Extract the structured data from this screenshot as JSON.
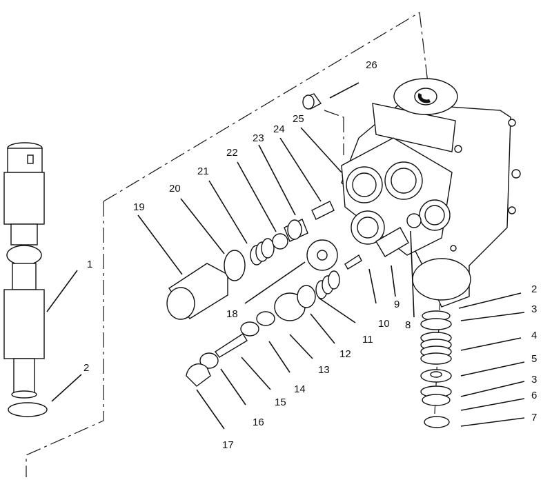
{
  "callouts": [
    {
      "id": "c1",
      "text": "1"
    },
    {
      "id": "c2a",
      "text": "2"
    },
    {
      "id": "c2b",
      "text": "2"
    },
    {
      "id": "c3a",
      "text": "3"
    },
    {
      "id": "c3b",
      "text": "3"
    },
    {
      "id": "c4",
      "text": "4"
    },
    {
      "id": "c5",
      "text": "5"
    },
    {
      "id": "c6",
      "text": "6"
    },
    {
      "id": "c7",
      "text": "7"
    },
    {
      "id": "c8",
      "text": "8"
    },
    {
      "id": "c9",
      "text": "9"
    },
    {
      "id": "c10",
      "text": "10"
    },
    {
      "id": "c11",
      "text": "11"
    },
    {
      "id": "c12",
      "text": "12"
    },
    {
      "id": "c13",
      "text": "13"
    },
    {
      "id": "c14",
      "text": "14"
    },
    {
      "id": "c15",
      "text": "15"
    },
    {
      "id": "c16",
      "text": "16"
    },
    {
      "id": "c17",
      "text": "17"
    },
    {
      "id": "c18",
      "text": "18"
    },
    {
      "id": "c19",
      "text": "19"
    },
    {
      "id": "c20",
      "text": "20"
    },
    {
      "id": "c21",
      "text": "21"
    },
    {
      "id": "c22",
      "text": "22"
    },
    {
      "id": "c23",
      "text": "23"
    },
    {
      "id": "c24",
      "text": "24"
    },
    {
      "id": "c25",
      "text": "25"
    },
    {
      "id": "c26",
      "text": "26"
    }
  ]
}
